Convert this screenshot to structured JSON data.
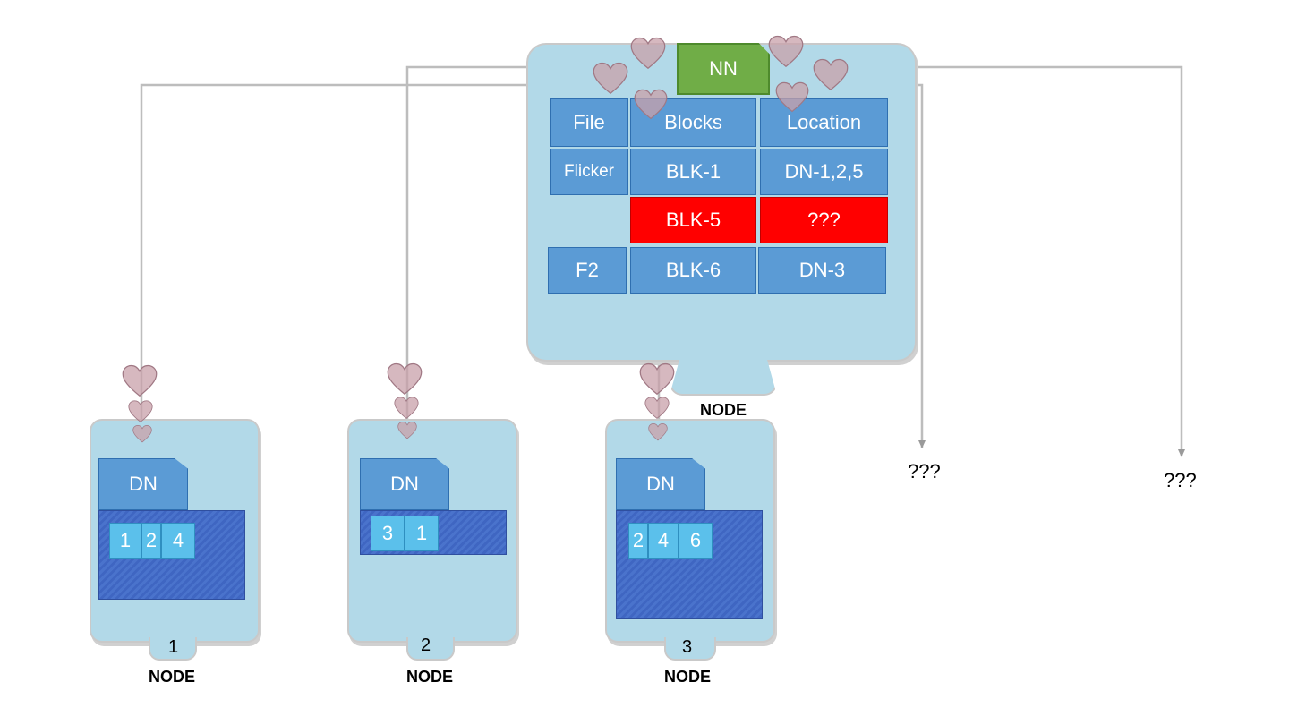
{
  "name_node": {
    "label": "NN",
    "table": {
      "headers": [
        "File",
        "Blocks",
        "Location"
      ],
      "rows": [
        [
          "Flicker",
          "BLK-1",
          "DN-1,2,5"
        ],
        [
          "",
          "BLK-5",
          "???"
        ],
        [
          "F2",
          "BLK-6",
          "DN-3"
        ]
      ]
    },
    "node_label": "NODE"
  },
  "data_nodes": [
    {
      "label": "DN",
      "number": "1",
      "node_label": "NODE",
      "blocks": [
        "1",
        "2",
        "4"
      ]
    },
    {
      "label": "DN",
      "number": "2",
      "node_label": "NODE",
      "blocks": [
        "3",
        "1"
      ]
    },
    {
      "label": "DN",
      "number": "3",
      "node_label": "NODE",
      "blocks": [
        "2",
        "4",
        "6"
      ]
    }
  ],
  "unknown_nodes": [
    "???",
    "???"
  ],
  "colors": {
    "node_body": "#b2d9e8",
    "cell": "#5b9bd5",
    "highlight": "#ff0000",
    "name_node": "#70ad47",
    "block": "#5bc0eb",
    "heart": "#c8a0aa",
    "wire": "#bdbdbd"
  },
  "icons": [
    "heartbeat-heart-icon",
    "arrow-icon"
  ]
}
